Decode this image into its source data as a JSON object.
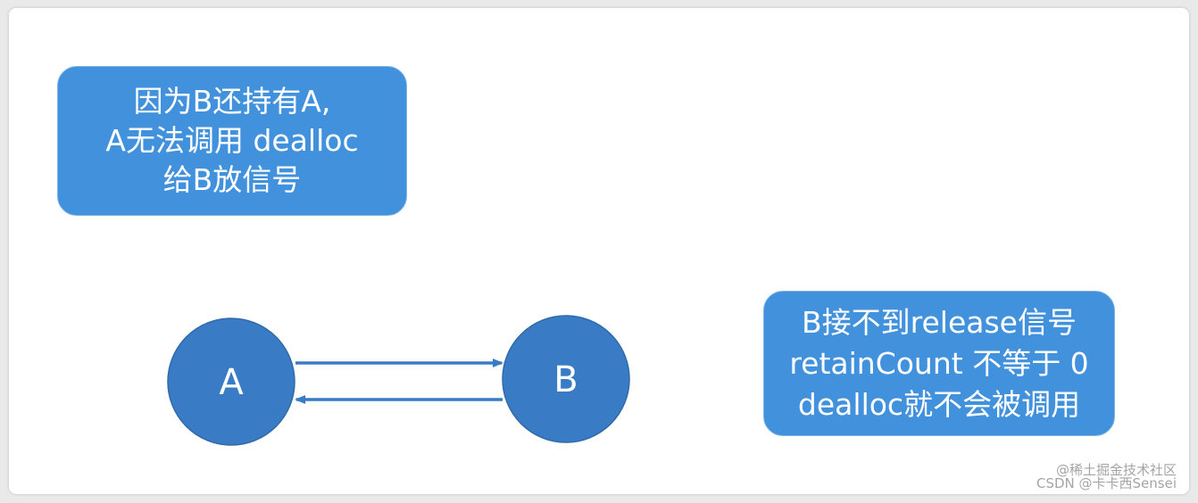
{
  "diagram": {
    "note_top": {
      "lines": [
        "因为B还持有A,",
        "A无法调用 dealloc",
        "给B放信号"
      ]
    },
    "note_bottom": {
      "lines": [
        "B接不到release信号",
        "retainCount 不等于 0",
        "dealloc就不会被调用"
      ]
    },
    "nodes": {
      "a": "A",
      "b": "B"
    },
    "colors": {
      "note_fill": "#4291dd",
      "node_fill": "#3a7bc5",
      "arrow": "#3a7bc5",
      "text": "#ffffff"
    }
  },
  "watermark": {
    "line1": "@稀土掘金技术社区",
    "line2": "CSDN @卡卡西Sensei"
  }
}
